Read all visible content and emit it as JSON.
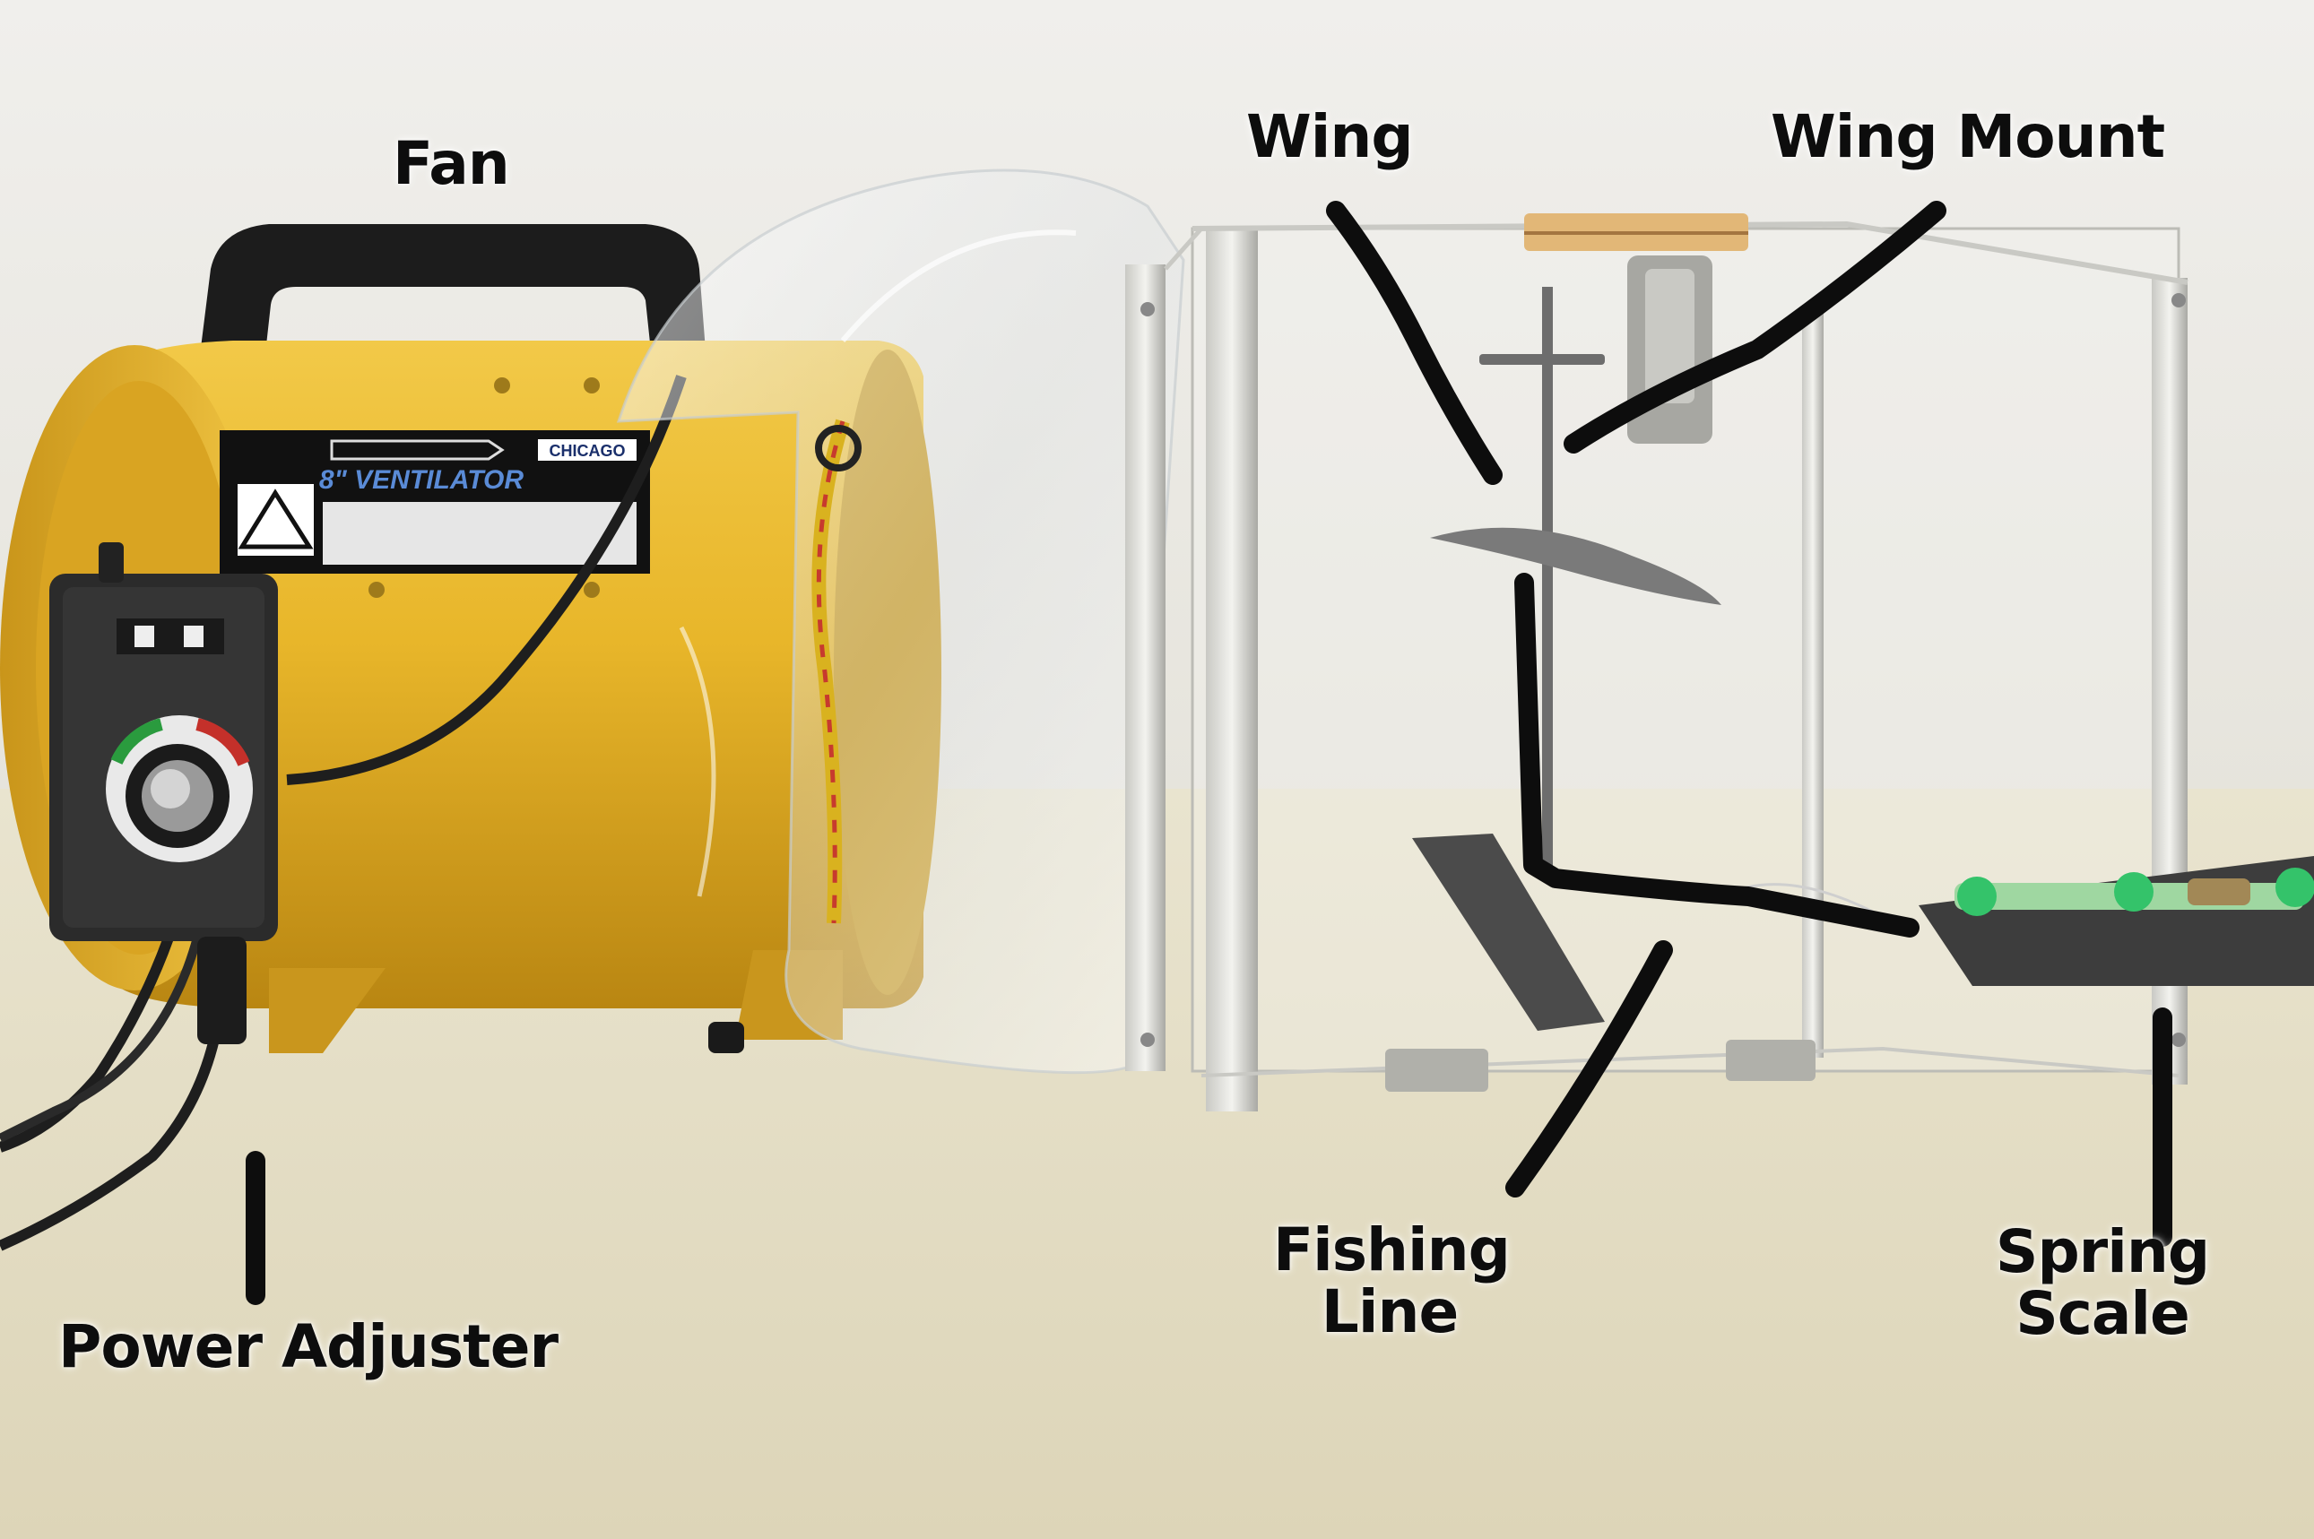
{
  "labels": {
    "fan": "Fan",
    "wing": "Wing",
    "wing_mount": "Wing Mount",
    "fishing_line_1": "Fishing",
    "fishing_line_2": "Line",
    "spring_scale_1": "Spring",
    "spring_scale_2": "Scale",
    "power_adjuster": "Power Adjuster"
  },
  "product_label": {
    "title": "8\" VENTILATOR",
    "brand": "CHICAGO"
  },
  "colors": {
    "wall": "#ecebe6",
    "table": "#e7e1c9",
    "fan_yellow": "#e8b62a",
    "annotation": "#0d0d0d"
  }
}
